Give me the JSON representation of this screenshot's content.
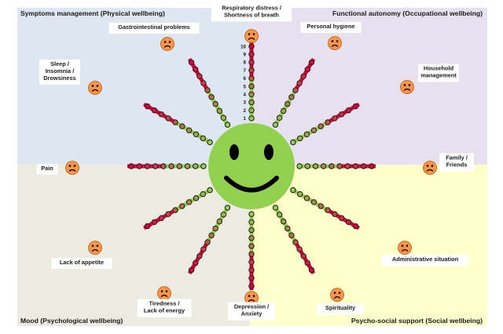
{
  "quadrants": {
    "top_left": "Symptoms management (Physical wellbeing)",
    "top_right": "Functional autonomy (Occupational wellbeing)",
    "bottom_left": "Mood (Psychological wellbeing)",
    "bottom_right": "Psycho-social support (Social wellbeing)"
  },
  "scale_numbers": [
    "1",
    "2",
    "3",
    "4",
    "5",
    "6",
    "7",
    "8",
    "9",
    "10"
  ],
  "colors": {
    "top_left_bg": "#dde6f1",
    "top_right_bg": "#e7e0ee",
    "bottom_left_bg": "#ecebe2",
    "bottom_right_bg": "#ffffcc",
    "center_face": "#92d050",
    "sad_face": "#f79646",
    "low_band": "#92d050",
    "high_band": "#e0003c"
  },
  "rays": [
    {
      "id": "respiratory",
      "lines": [
        "Respiratory distress /",
        "Shortness of breath"
      ],
      "icon": "sad-face-icon"
    },
    {
      "id": "personal-hygiene",
      "lines": [
        "Personal hygiene"
      ],
      "icon": "sad-face-icon"
    },
    {
      "id": "household",
      "lines": [
        "Household",
        "management"
      ],
      "icon": "sad-face-icon"
    },
    {
      "id": "family",
      "lines": [
        "Family /",
        "Friends"
      ],
      "icon": "sad-face-icon"
    },
    {
      "id": "administrative",
      "lines": [
        "Administrative situation"
      ],
      "icon": "sad-face-icon"
    },
    {
      "id": "spirituality",
      "lines": [
        "Spirituality"
      ],
      "icon": "sad-face-icon"
    },
    {
      "id": "depression",
      "lines": [
        "Depression /",
        "Anxiety"
      ],
      "icon": "sad-face-icon"
    },
    {
      "id": "tiredness",
      "lines": [
        "Tiredness /",
        "Lack of energy"
      ],
      "icon": "sad-face-icon"
    },
    {
      "id": "appetite",
      "lines": [
        "Lack of appetite"
      ],
      "icon": "sad-face-icon"
    },
    {
      "id": "pain",
      "lines": [
        "Pain"
      ],
      "icon": "sad-face-icon"
    },
    {
      "id": "sleep",
      "lines": [
        "Sleep /",
        "Insomnia /",
        "Drowsiness"
      ],
      "icon": "sad-face-icon"
    },
    {
      "id": "gastro",
      "lines": [
        "Gastrointestinal problems"
      ],
      "icon": "sad-face-icon"
    }
  ],
  "center_icon": "smiley-face-icon"
}
